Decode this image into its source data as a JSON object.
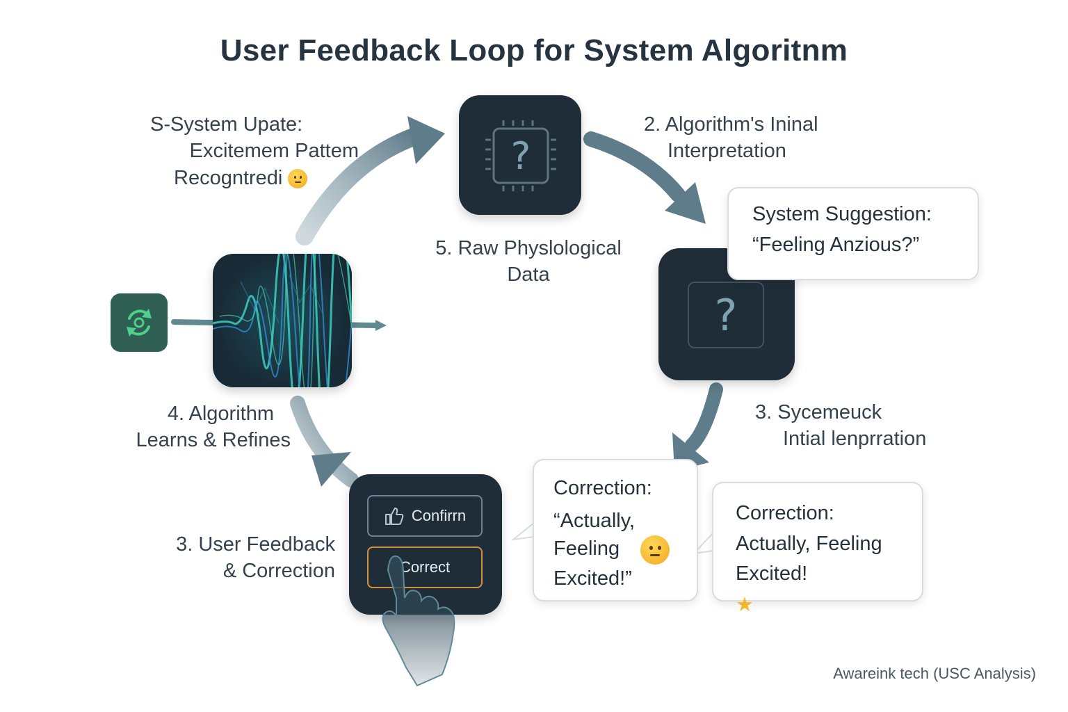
{
  "title": "User Feedback Loop for System Algoritnm",
  "labels": {
    "system_update": [
      "S-System Upate:",
      "Excitemem Pattem",
      "Recogntredi"
    ],
    "initial_interpretation": [
      "2. Algorithm's Ininal",
      "Interpretation"
    ],
    "raw_data": [
      "5. Raw Physlological",
      "Data"
    ],
    "algorithm_learns": [
      "4. Algorithm",
      "Learns & Refines"
    ],
    "feedback_correction": [
      "3. User Feedback",
      "& Correction"
    ],
    "sycemeuck": [
      "3. Sycemeuck",
      "Intial lenprration"
    ]
  },
  "bubbles": {
    "suggestion": [
      "System Suggestion:",
      "“Feeling Anzious?”"
    ],
    "correction_quoted": [
      "Correction:",
      "“Actually,",
      "Feeling",
      "Excited!”"
    ],
    "correction_plain": [
      "Correction:",
      "Actually, Feeling",
      "Excited!"
    ]
  },
  "buttons": {
    "confirm": "Confirrn",
    "correct": "Correct"
  },
  "icons": {
    "chip": "processor-chip-icon",
    "question": "question-mark-icon",
    "waveform": "physiological-waveform-icon",
    "refresh": "refresh-cycle-icon",
    "thumbs_up": "thumbs-up-icon",
    "hand": "pointing-hand-icon",
    "emoji": "neutral-face-emoji-icon",
    "star": "star-icon"
  },
  "colors": {
    "tile": "#1f2d38",
    "arrow": "#5f7c8a",
    "accent_orange": "#d9923a",
    "refresh_green": "#2f5e52",
    "wave_teal": "#38c6b8"
  },
  "footer": "Awareink tech (USC Analysis)"
}
